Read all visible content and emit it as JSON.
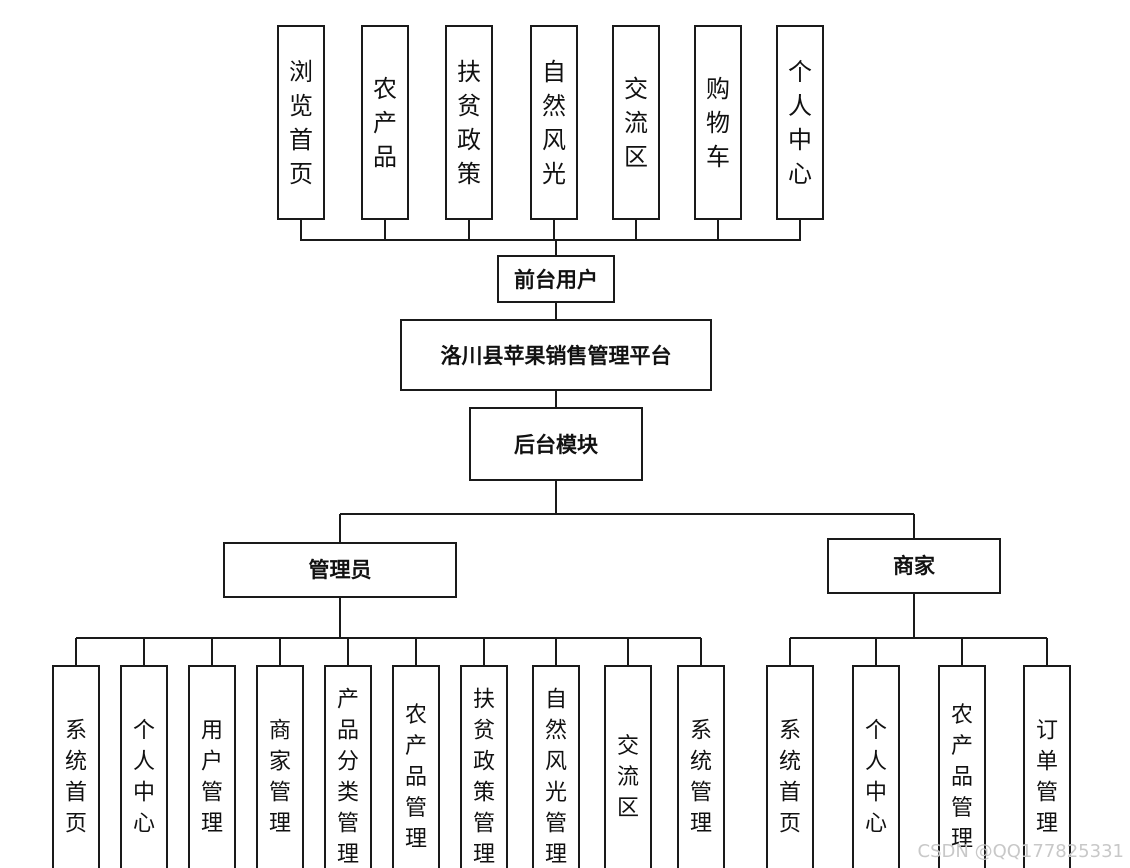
{
  "top_modules": [
    "浏览首页",
    "农产品",
    "扶贫政策",
    "自然风光",
    "交流区",
    "购物车",
    "个人中心"
  ],
  "front_user": "前台用户",
  "platform": "洛川县苹果销售管理平台",
  "backend": "后台模块",
  "admin": "管理员",
  "merchant": "商家",
  "admin_modules": [
    "系统首页",
    "个人中心",
    "用户管理",
    "商家管理",
    "产品分类管理",
    "农产品管理",
    "扶贫政策管理",
    "自然风光管理",
    "交流区",
    "系统管理"
  ],
  "merchant_modules": [
    "系统首页",
    "个人中心",
    "农产品管理",
    "订单管理"
  ],
  "watermark": "CSDN @QQ177825331"
}
